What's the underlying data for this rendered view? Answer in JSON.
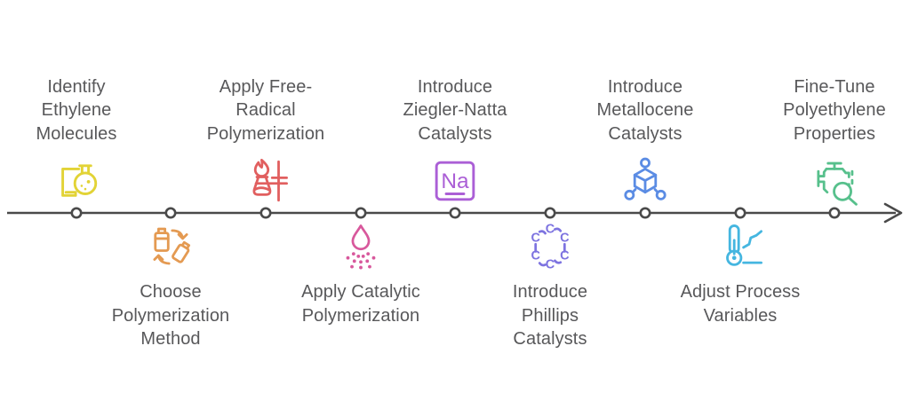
{
  "diagram": {
    "type": "process-timeline",
    "background_color": "#ffffff",
    "timeline_color": "#4a4a4a",
    "text_color": "#58585a",
    "steps": [
      {
        "label": "Identify Ethylene Molecules",
        "icon": "flask-stand-icon",
        "color": "#e2d336",
        "side": "top"
      },
      {
        "label": "Choose Polymerization Method",
        "icon": "battery-cycle-icon",
        "color": "#e49a52",
        "side": "bottom"
      },
      {
        "label": "Apply Free-Radical Polymerization",
        "icon": "flame-flask-icon",
        "color": "#e15f5f",
        "side": "top"
      },
      {
        "label": "Apply Catalytic Polymerization",
        "icon": "spray-droplet-icon",
        "color": "#d8589c",
        "side": "bottom"
      },
      {
        "label": "Introduce Ziegler-Natta Catalysts",
        "icon": "element-na-icon",
        "color": "#ab5fd6",
        "side": "top",
        "element_symbol": "Na"
      },
      {
        "label": "Introduce Phillips Catalysts",
        "icon": "carbon-ring-icon",
        "color": "#7d73e0",
        "side": "bottom",
        "atom_symbol": "C"
      },
      {
        "label": "Introduce Metallocene Catalysts",
        "icon": "molecule-cube-icon",
        "color": "#5b8ce4",
        "side": "top"
      },
      {
        "label": "Adjust Process Variables",
        "icon": "thermometer-chart-icon",
        "color": "#45b6e0",
        "side": "bottom"
      },
      {
        "label": "Fine-Tune Polyethylene Properties",
        "icon": "engine-magnifier-icon",
        "color": "#57c08c",
        "side": "top"
      }
    ]
  }
}
